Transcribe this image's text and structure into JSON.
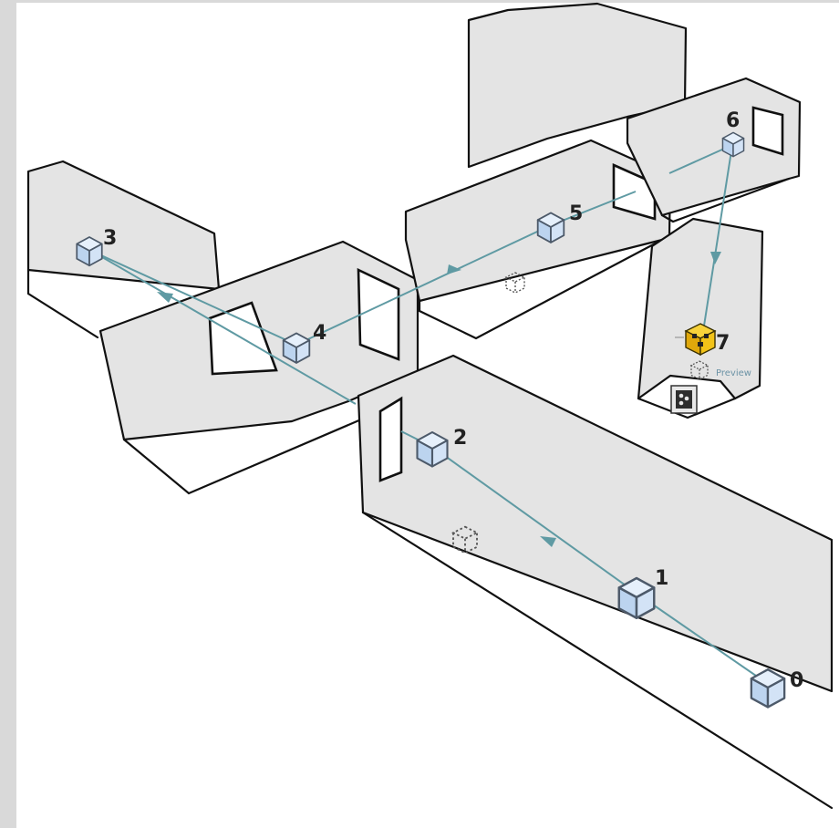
{
  "waypoints": [
    {
      "id": 0,
      "label": "0"
    },
    {
      "id": 1,
      "label": "1"
    },
    {
      "id": 2,
      "label": "2"
    },
    {
      "id": 3,
      "label": "3"
    },
    {
      "id": 4,
      "label": "4"
    },
    {
      "id": 5,
      "label": "5"
    },
    {
      "id": 6,
      "label": "6"
    },
    {
      "id": 7,
      "label": "7"
    }
  ],
  "preview_label": "Preview",
  "colors": {
    "path": "#5f9aa3",
    "cube": "#cfe0f5",
    "active_cube": "#f2c318",
    "wall": "#e4e4e4"
  }
}
